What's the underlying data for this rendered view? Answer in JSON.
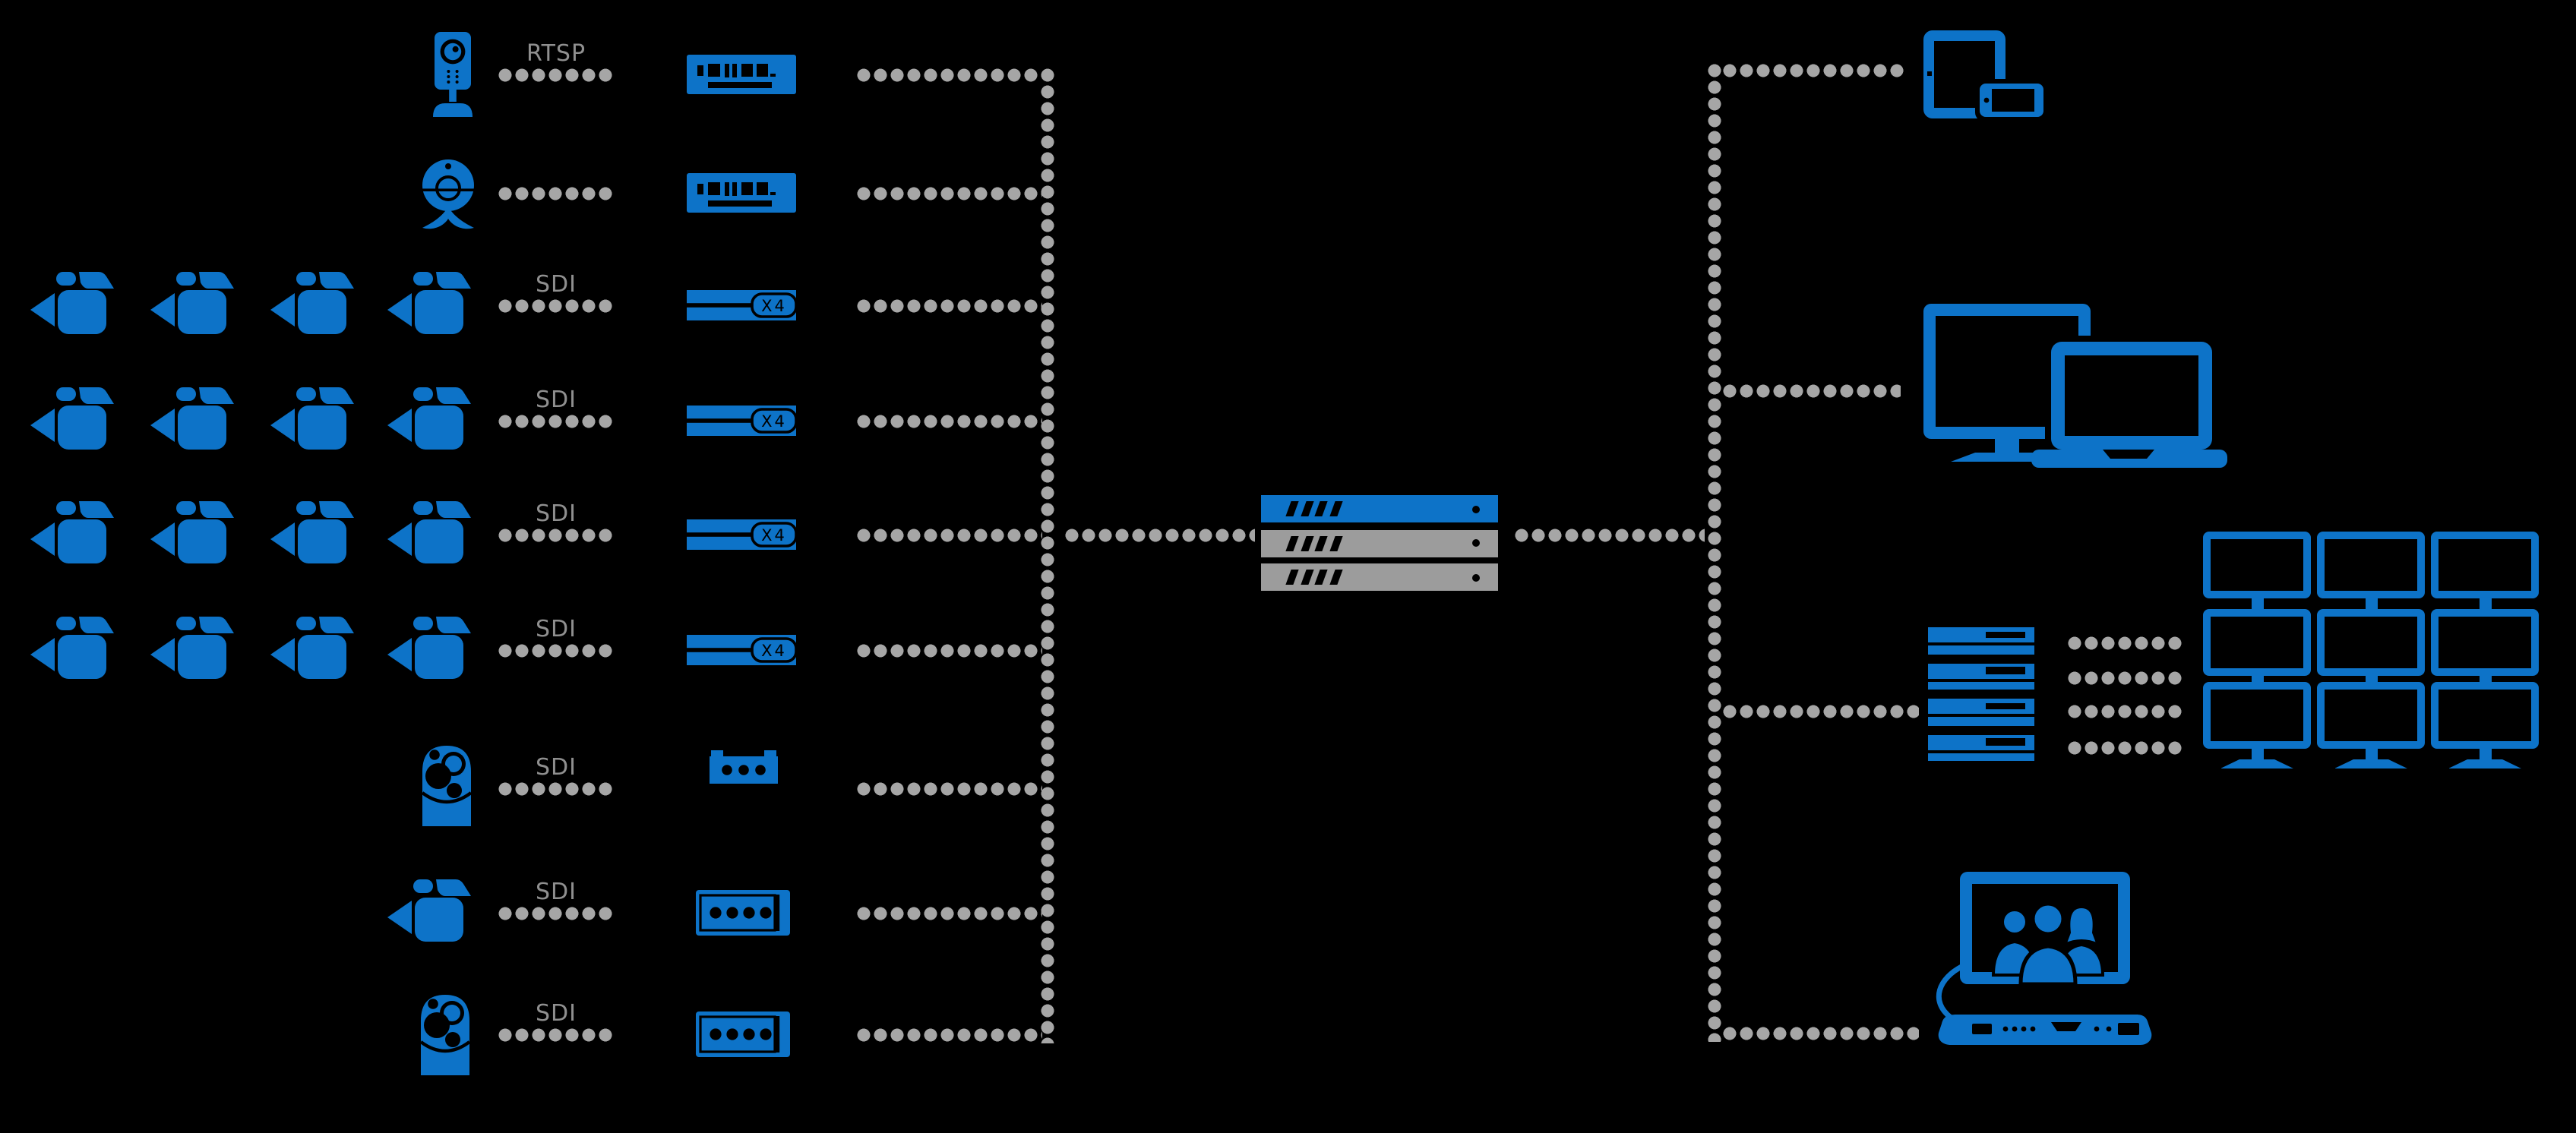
{
  "colors": {
    "background": "#000000",
    "device_blue": "#0d73c8",
    "server_gray": "#9c9c9c",
    "dotted_line_gray": "#a6a6a6",
    "label_gray": "#8f8f8f"
  },
  "labels": {
    "rtsp": "RTSP",
    "sdi": "SDI",
    "x4_badge": "X4"
  },
  "source_rows": [
    {
      "name": "ip-camera",
      "protocol_label": "RTSP",
      "source_count": 1,
      "encoder": "video-encoder"
    },
    {
      "name": "webcam",
      "protocol_label": "",
      "source_count": 1,
      "encoder": "video-encoder"
    },
    {
      "name": "sdi-camera-group-1",
      "protocol_label": "SDI",
      "source_count": 4,
      "encoder": "4-channel-encoder"
    },
    {
      "name": "sdi-camera-group-2",
      "protocol_label": "SDI",
      "source_count": 4,
      "encoder": "4-channel-encoder"
    },
    {
      "name": "sdi-camera-group-3",
      "protocol_label": "SDI",
      "source_count": 4,
      "encoder": "4-channel-encoder"
    },
    {
      "name": "sdi-camera-group-4",
      "protocol_label": "SDI",
      "source_count": 4,
      "encoder": "4-channel-encoder"
    },
    {
      "name": "ptz-dome-camera-1",
      "protocol_label": "SDI",
      "source_count": 1,
      "encoder": "sdi-converter-3-port"
    },
    {
      "name": "video-camera-single",
      "protocol_label": "SDI",
      "source_count": 1,
      "encoder": "sdi-converter-4-port"
    },
    {
      "name": "ptz-dome-camera-2",
      "protocol_label": "SDI",
      "source_count": 1,
      "encoder": "sdi-converter-4-port"
    }
  ],
  "server": {
    "name": "streaming-server-stack",
    "unit_count": 3,
    "unit_colors": [
      "#0d73c8",
      "#9c9c9c",
      "#9c9c9c"
    ]
  },
  "outputs": [
    {
      "name": "mobile-devices"
    },
    {
      "name": "desktop-and-laptop"
    },
    {
      "name": "decoder-stack-and-video-wall",
      "decoder_count": 4,
      "wall_grid": "3x3"
    },
    {
      "name": "video-conference-system"
    }
  ]
}
